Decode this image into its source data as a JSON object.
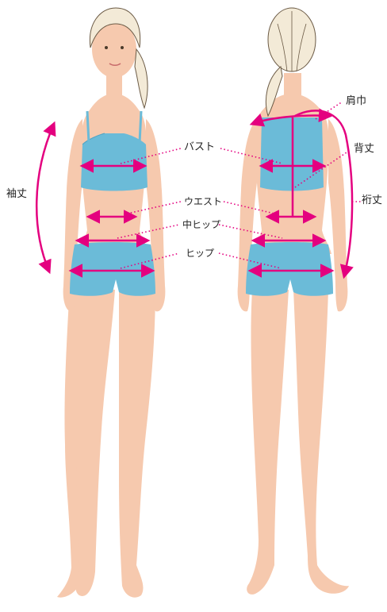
{
  "labels": {
    "bust": "バスト",
    "waist": "ウエスト",
    "middle_hip": "中ヒップ",
    "hip": "ヒップ",
    "sleeve_length": "袖丈",
    "shoulder_width": "肩巾",
    "back_length": "背丈",
    "full_sleeve": "裄丈"
  },
  "colors": {
    "skin": "#f6c9ae",
    "skin_shadow": "#e9ab8e",
    "garment": "#6bbbd8",
    "garment_shadow": "#4fa3c4",
    "hair": "#f3ead7",
    "hair_line": "#6b5a45",
    "measure": "#e4007f",
    "dotted": "#e4007f"
  },
  "icons": [
    "front-figure",
    "back-figure"
  ]
}
